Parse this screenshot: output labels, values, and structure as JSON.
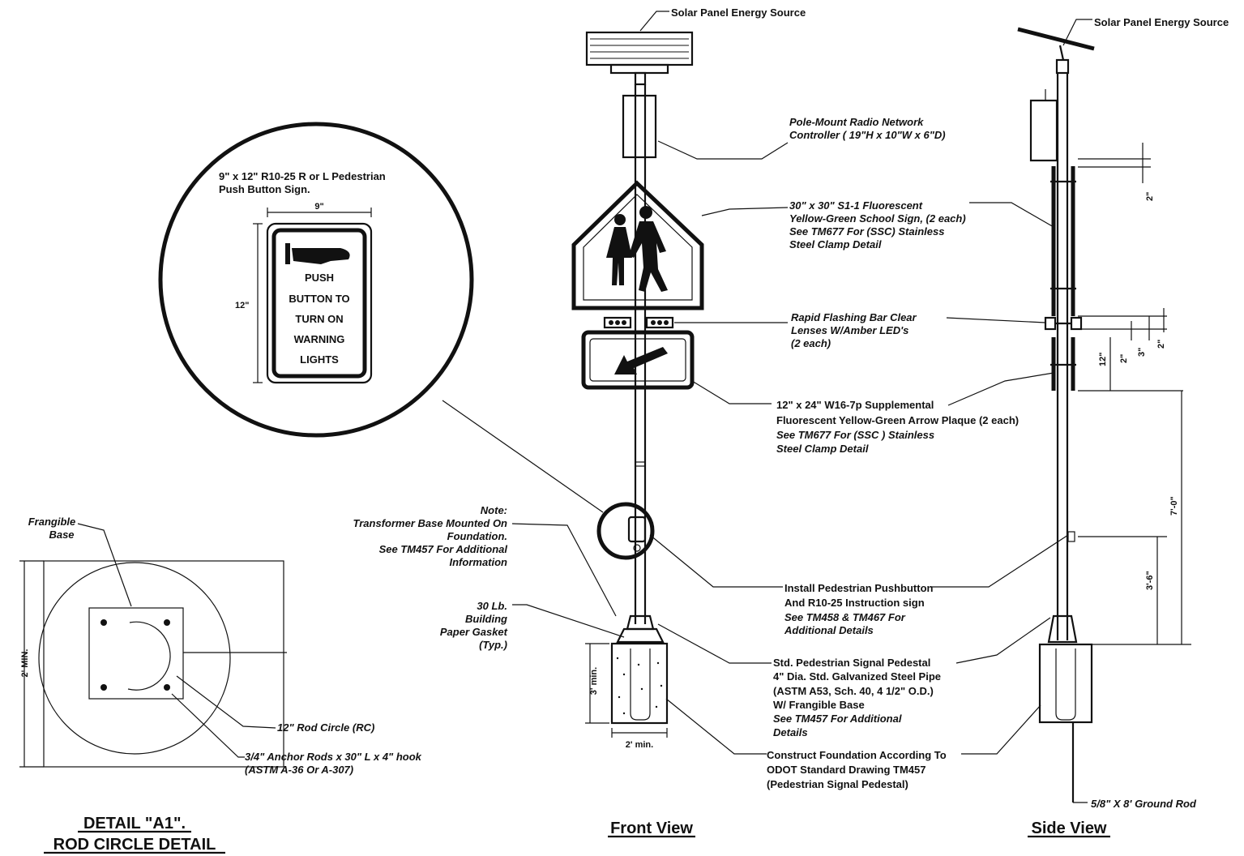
{
  "solar_label_front": "Solar Panel Energy Source",
  "solar_label_side": "Solar Panel Energy Source",
  "controller": [
    "Pole-Mount Radio Network",
    "Controller ( 19\"H x 10\"W x 6\"D)"
  ],
  "school_sign": [
    "30\" x 30\" S1-1 Fluorescent",
    "Yellow-Green  School Sign, (2 each)",
    "See TM677 For (SSC) Stainless",
    "Steel Clamp Detail"
  ],
  "flashing_bar": [
    "Rapid Flashing Bar Clear",
    "Lenses W/Amber LED's",
    "(2 each)"
  ],
  "arrow_plaque": [
    "12\" x 24\" W16-7p Supplemental",
    "Fluorescent Yellow-Green Arrow Plaque (2 each)",
    "See TM677 For (SSC ) Stainless",
    "Steel Clamp Detail"
  ],
  "pushbutton": [
    "Install Pedestrian Pushbutton",
    "And R10-25 Instruction sign",
    "See TM458 & TM467 For",
    "Additional Details"
  ],
  "pedestal": [
    "Std. Pedestrian Signal Pedestal",
    "4\" Dia. Std. Galvanized Steel Pipe",
    "(ASTM A53, Sch. 40, 4 1/2\" O.D.)",
    "W/ Frangible Base",
    "See TM457 For Additional",
    "Details"
  ],
  "foundation": [
    "Construct Foundation According To",
    "ODOT Standard Drawing TM457",
    "(Pedestrian Signal Pedestal)"
  ],
  "note": [
    "Note:",
    "Transformer Base Mounted On",
    "Foundation.",
    "See TM457 For Additional",
    "Information"
  ],
  "gasket": [
    "30 Lb.",
    "Building",
    "Paper Gasket",
    "(Typ.)"
  ],
  "ground_rod": "5/8\" X 8' Ground Rod",
  "push_sign_title": [
    "9\" x 12\" R10-25 R or L Pedestrian",
    "Push Button Sign."
  ],
  "push_sign_width": "9\"",
  "push_sign_height": "12\"",
  "push_sign_text": [
    "PUSH",
    "BUTTON TO",
    "TURN ON",
    "WARNING",
    "LIGHTS"
  ],
  "frangible_base": [
    "Frangible",
    "Base"
  ],
  "rod_circle": "12\" Rod Circle (RC)",
  "anchor_rods": [
    "3/4\" Anchor Rods x 30\" L x 4\" hook",
    "(ASTM A-36 Or A-307)"
  ],
  "dim_2min_vertical": "2' MIN.",
  "dim_3min": "3' min.",
  "dim_2min": "2' min.",
  "dim_side": [
    "2\"",
    "12\"",
    "2\"",
    "3\"",
    "2\"",
    "7'-0\"",
    "3'-6\""
  ],
  "detail_title": [
    "DETAIL \"A1\".",
    "ROD CIRCLE DETAIL"
  ],
  "front_view": "Front View",
  "side_view": "Side View"
}
